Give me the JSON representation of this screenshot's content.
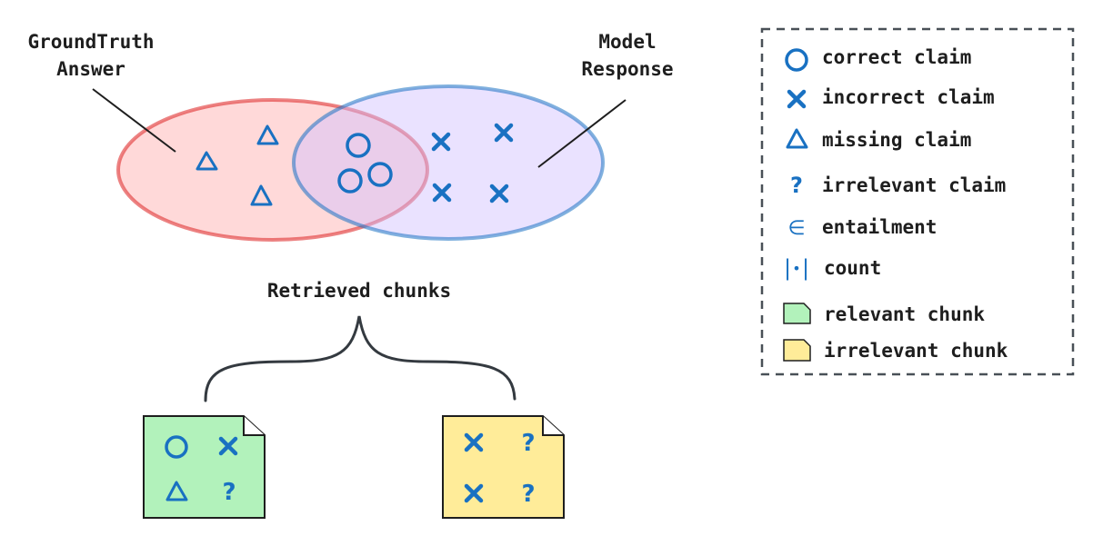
{
  "labels": {
    "groundtruth_line1": "GroundTruth",
    "groundtruth_line2": "Answer",
    "model_line1": "Model",
    "model_line2": "Response",
    "retrieved_chunks": "Retrieved chunks"
  },
  "legend": {
    "items": [
      {
        "icon": "circle-icon",
        "label": "correct claim"
      },
      {
        "icon": "cross-icon",
        "label": "incorrect claim"
      },
      {
        "icon": "triangle-icon",
        "label": "missing claim"
      },
      {
        "icon": "question-icon",
        "label": "irrelevant claim"
      },
      {
        "icon": "element-of-icon",
        "label": "entailment"
      },
      {
        "icon": "cardinality-icon",
        "label": "count"
      },
      {
        "icon": "green-chunk-icon",
        "label": "relevant chunk"
      },
      {
        "icon": "yellow-chunk-icon",
        "label": "irrelevant chunk"
      }
    ],
    "glyphs": {
      "question": "?",
      "element_of": "∈",
      "count_bar": "|",
      "count_dot": "•"
    }
  },
  "colors": {
    "groundtruth_fill": "#ffc9c9",
    "groundtruth_stroke": "#e03131",
    "model_fill": "#d0bfff",
    "model_stroke": "#1971c2",
    "mark": "#1971c2",
    "relevant_chunk": "#b2f2bb",
    "irrelevant_chunk": "#ffec99",
    "ink": "#1e1e1e"
  }
}
